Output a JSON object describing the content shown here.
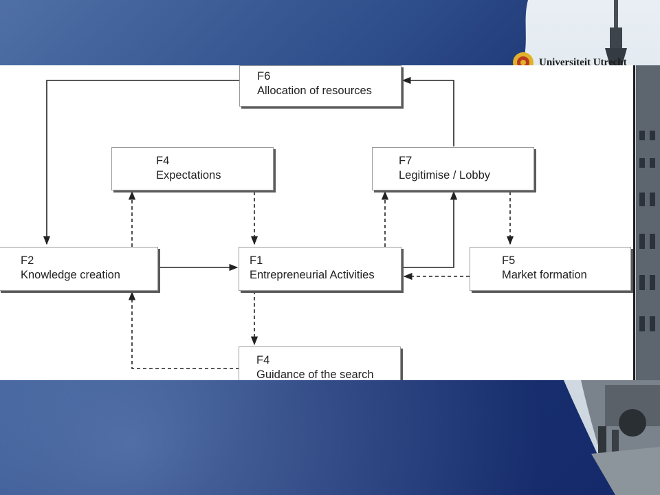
{
  "logo": {
    "name": "Universiteit Utrecht"
  },
  "diagram": {
    "nodes": [
      {
        "key": "f6",
        "id": "F6",
        "label": "Allocation of resources"
      },
      {
        "key": "f4a",
        "id": "F4",
        "label": "Expectations"
      },
      {
        "key": "f7",
        "id": "F7",
        "label": "Legitimise / Lobby"
      },
      {
        "key": "f2",
        "id": "F2",
        "label": "Knowledge creation"
      },
      {
        "key": "f1",
        "id": "F1",
        "label": "Entrepreneurial Activities"
      },
      {
        "key": "f5",
        "id": "F5",
        "label": "Market formation"
      },
      {
        "key": "f4b",
        "id": "F4",
        "label": "Guidance of the search"
      }
    ],
    "edges": [
      {
        "from": "F6",
        "to": "F2",
        "style": "solid"
      },
      {
        "from": "F7",
        "to": "F6",
        "style": "solid"
      },
      {
        "from": "F2",
        "to": "F1",
        "style": "solid"
      },
      {
        "from": "F1",
        "to": "F7",
        "style": "solid"
      },
      {
        "from": "F2",
        "to": "F4 Expectations",
        "style": "dashed"
      },
      {
        "from": "F4 Expectations",
        "to": "F1",
        "style": "dashed"
      },
      {
        "from": "F1",
        "to": "F7",
        "style": "dashed"
      },
      {
        "from": "F7",
        "to": "F5",
        "style": "dashed"
      },
      {
        "from": "F5",
        "to": "F1",
        "style": "dashed"
      },
      {
        "from": "F1",
        "to": "F4 Guidance of the search",
        "style": "dashed"
      },
      {
        "from": "F4 Guidance of the search",
        "to": "F2",
        "style": "dashed"
      }
    ]
  }
}
